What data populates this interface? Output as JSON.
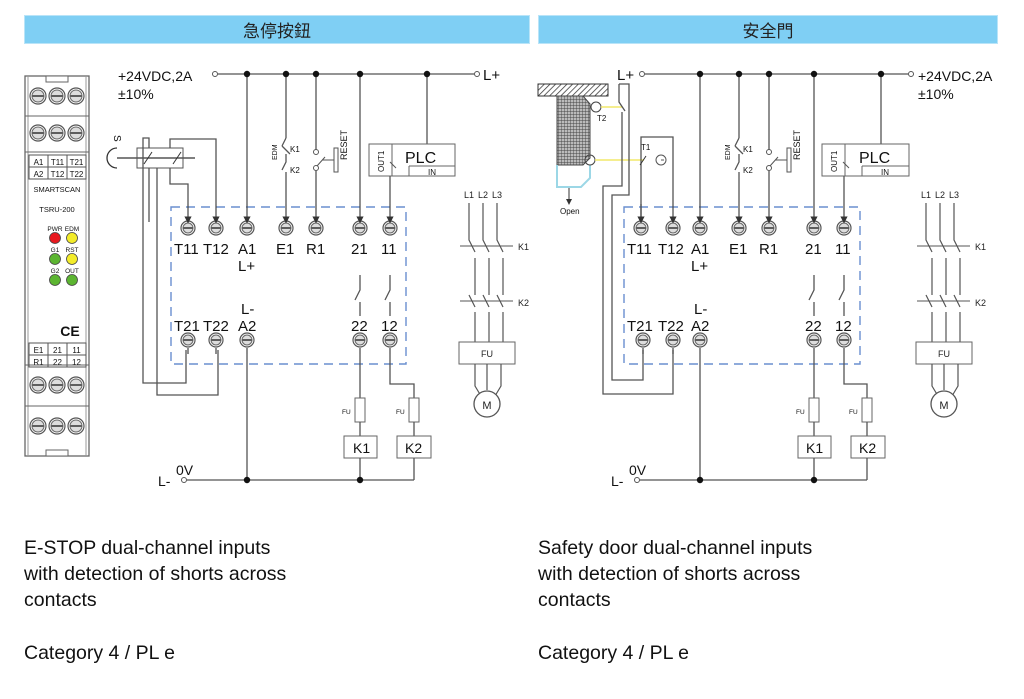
{
  "headers": {
    "left": "急停按鈕",
    "right": "安全門"
  },
  "colors": {
    "header_bg": "#7fcff4",
    "dashed_box": "#6a8fcf",
    "door_sensor_line": "#f2e86a",
    "door_outline": "#9cd7e6",
    "led_red": "#e8191f",
    "led_yellow": "#f3ec2a",
    "led_green": "#5cb531"
  },
  "device": {
    "brand": "SMARTSCAN",
    "model": "TSRU-200",
    "top_terminals": [
      [
        "A1",
        "T11",
        "T21"
      ],
      [
        "A2",
        "T12",
        "T22"
      ]
    ],
    "bottom_terminals": [
      [
        "E1",
        "21",
        "11"
      ],
      [
        "R1",
        "22",
        "12"
      ]
    ],
    "leds": [
      {
        "label": "PWR",
        "color": "red"
      },
      {
        "label": "EDM",
        "color": "yellow"
      },
      {
        "label": "G1",
        "color": "green"
      },
      {
        "label": "RST",
        "color": "yellow"
      },
      {
        "label": "G2",
        "color": "green"
      },
      {
        "label": "OUT",
        "color": "green"
      }
    ],
    "mark": "CE"
  },
  "supply": {
    "positive": "+24VDC,2A",
    "tolerance": "±10%",
    "l_plus": "L+",
    "l_minus": "L-",
    "zero_v": "0V"
  },
  "terminals": {
    "top": [
      "T11",
      "T12",
      "A1",
      "E1",
      "R1",
      "21",
      "11"
    ],
    "top_sub": "L+",
    "bottom": [
      "T21",
      "T22",
      "A2",
      "22",
      "12"
    ],
    "bottom_sup": "L-"
  },
  "labels": {
    "edm": "EDM",
    "k1": "K1",
    "k2": "K2",
    "reset": "RESET",
    "plc": "PLC",
    "plc_in": "IN",
    "plc_out": "OUT1",
    "fuse": "FU",
    "motor": "M",
    "phases": [
      "L1",
      "L2",
      "L3"
    ],
    "estop": "S",
    "door_t1": "T1",
    "door_t2": "T2",
    "door_open": "Open"
  },
  "descriptions": {
    "left": {
      "lines": [
        "E-STOP dual-channel inputs",
        "with detection of shorts across",
        "contacts"
      ],
      "category": "Category 4 / PL e"
    },
    "right": {
      "lines": [
        "Safety door dual-channel inputs",
        "with detection of shorts across",
        "contacts"
      ],
      "category": "Category 4 / PL e"
    }
  }
}
